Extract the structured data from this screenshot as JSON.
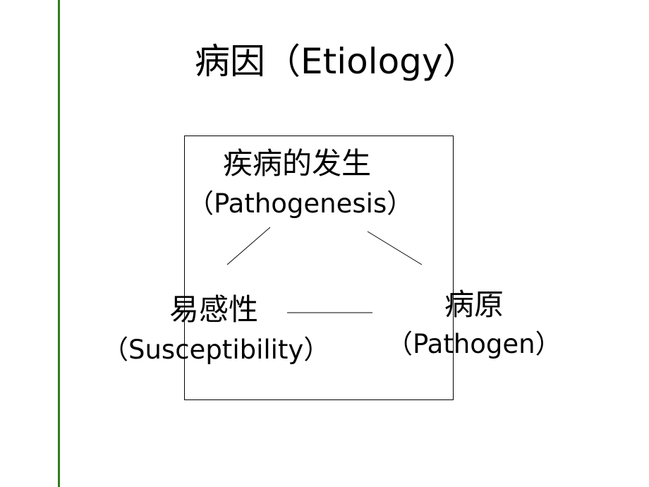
{
  "slide": {
    "title": "病因（Etiology）"
  },
  "diagram": {
    "top": {
      "label_zh": "疾病的发生",
      "label_en": "（Pathogenesis）"
    },
    "left": {
      "label_zh": "易感性",
      "label_en": "（Susceptibility）"
    },
    "right": {
      "label_zh": "病原",
      "label_en": "（Pathogen）"
    }
  },
  "colors": {
    "accent_rule": "#2e7d1a",
    "text": "#000000",
    "background": "#ffffff"
  }
}
